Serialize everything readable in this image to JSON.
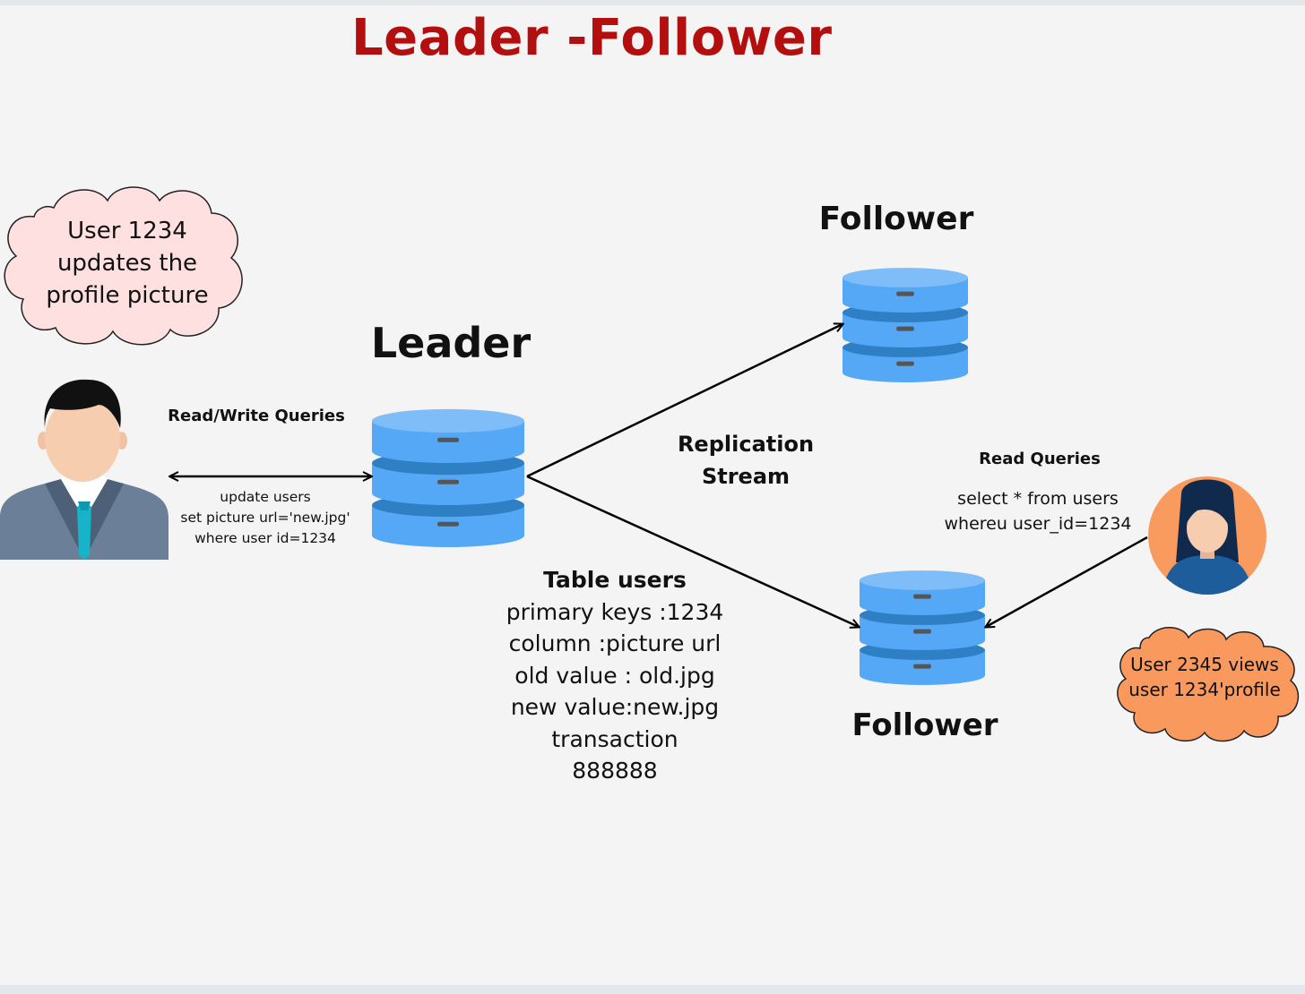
{
  "title": "Leader -Follower",
  "nodes": {
    "leader": "Leader",
    "follower_top": "Follower",
    "follower_bottom": "Follower"
  },
  "edges": {
    "rw_label": "Read/Write Queries",
    "rw_query": [
      "update users",
      "set picture url='new.jpg'",
      "where user id=1234"
    ],
    "replication": [
      "Replication",
      "Stream"
    ],
    "read_label": "Read Queries",
    "read_query": [
      "select * from users",
      "whereu user_id=1234"
    ]
  },
  "clouds": {
    "writer": [
      "User 1234",
      "updates the",
      "profile picture"
    ],
    "reader": [
      "User 2345 views",
      "user 1234'profile"
    ]
  },
  "table_info": {
    "heading": "Table users",
    "lines": [
      "primary keys :1234",
      "column :picture url",
      "old value : old.jpg",
      "new value:new.jpg",
      "transaction",
      "888888"
    ]
  },
  "colors": {
    "title": "#b30f0f",
    "db_light": "#54a8f5",
    "db_top": "#7fbdf8",
    "db_dark": "#2f7fc4",
    "cloud_writer": "#fde0df",
    "cloud_reader": "#f9995e"
  }
}
